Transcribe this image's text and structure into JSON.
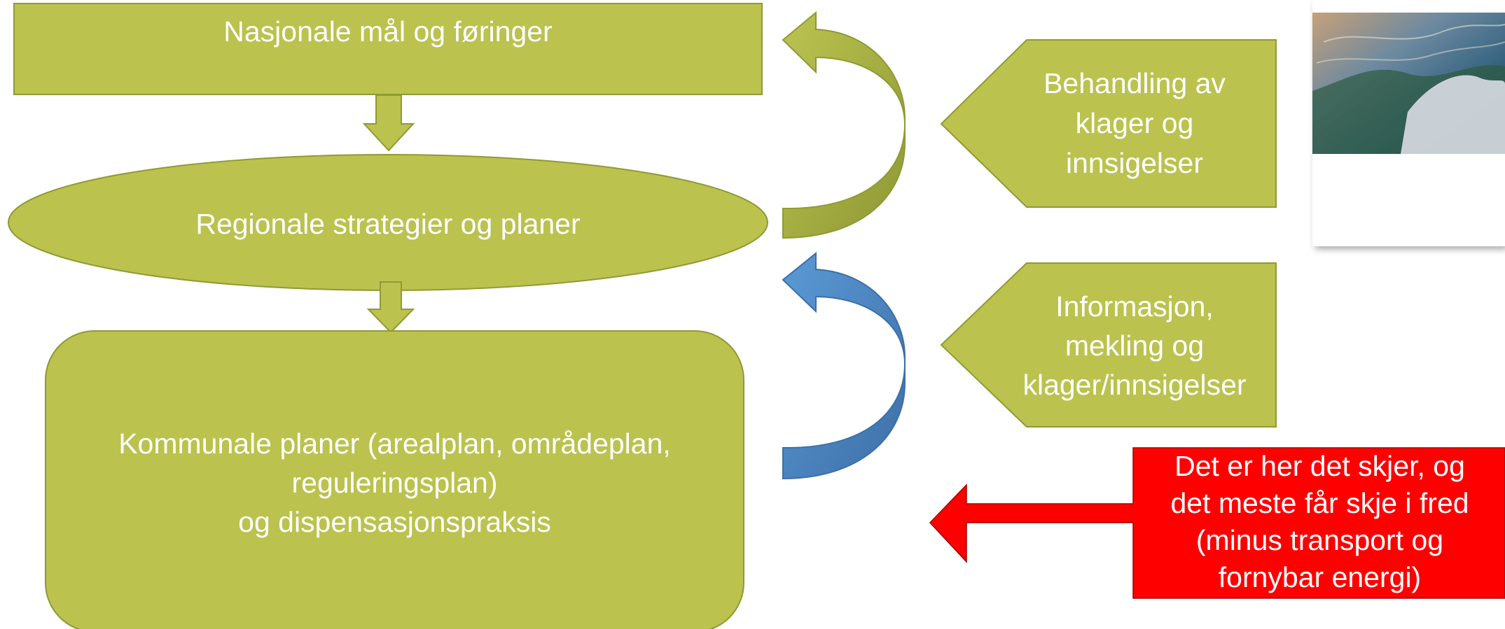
{
  "nodes": {
    "national": {
      "label": "Nasjonale mål og føringer"
    },
    "regional": {
      "label": "Regionale strategier og planer"
    },
    "municipal": {
      "label": "Kommunale planer (arealplan, områdeplan,\nreguleringsplan)\nog dispensasjonspraksis"
    }
  },
  "callouts": {
    "complaints": {
      "label": "Behandling av\nklager og\ninnsigelser"
    },
    "information": {
      "label": "Informasjon,\nmekling og\nklager/innsigelser"
    },
    "highlight": {
      "label": "Det er her det skjer, og\ndet meste får skje i fred\n(minus transport og\nfornybar energi)"
    }
  },
  "colors": {
    "green_fill": "#bbc24e",
    "green_stroke": "#8f9a34",
    "green_arrow_dark": "#98a23a",
    "blue_arrow": "#4f86c6",
    "blue_arrow_dark": "#3c6fa8",
    "red_fill": "#ff0000",
    "text": "#ffffff"
  },
  "icons": {
    "thumbnail": "map-thumbnail-image"
  }
}
